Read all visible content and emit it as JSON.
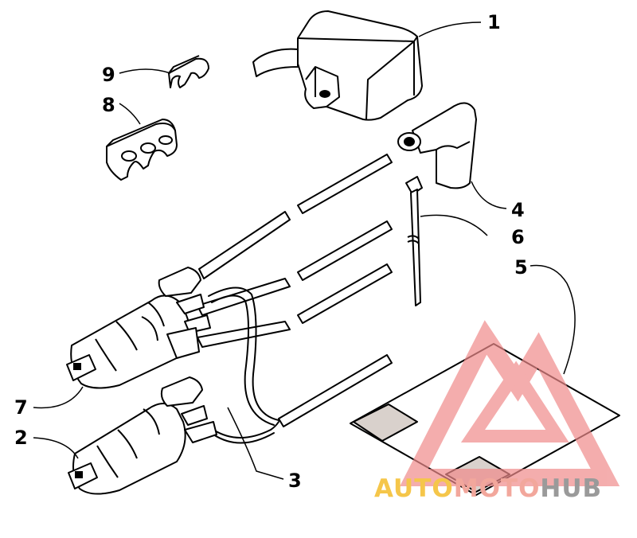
{
  "diagram": {
    "callouts": [
      {
        "id": "1",
        "label": "1"
      },
      {
        "id": "2",
        "label": "2"
      },
      {
        "id": "3",
        "label": "3"
      },
      {
        "id": "4",
        "label": "4"
      },
      {
        "id": "5",
        "label": "5"
      },
      {
        "id": "6",
        "label": "6"
      },
      {
        "id": "7",
        "label": "7"
      },
      {
        "id": "8",
        "label": "8"
      },
      {
        "id": "9",
        "label": "9"
      }
    ]
  },
  "watermark": {
    "part1": "AUTO",
    "part2": "MOTO",
    "part3": "HUB",
    "colors": {
      "part1": "#f5c64a",
      "part2": "#f2a79c",
      "part3": "#9a9a9a",
      "logo": "#f08b8b"
    }
  }
}
